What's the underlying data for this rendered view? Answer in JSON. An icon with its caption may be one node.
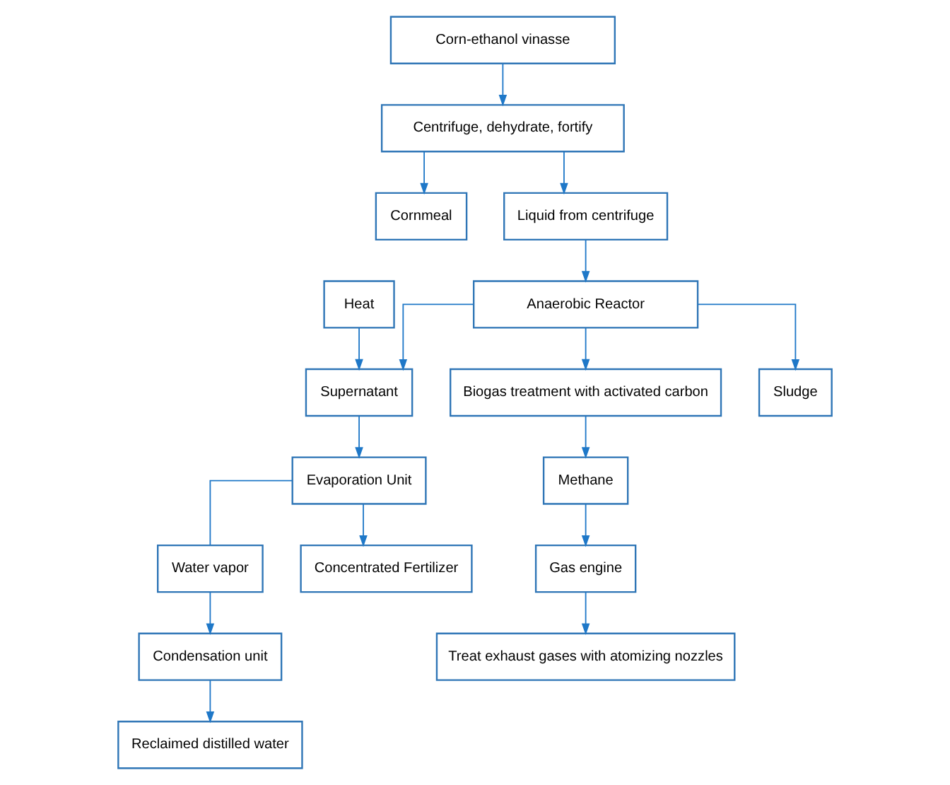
{
  "diagram": {
    "nodes": [
      {
        "text": [
          "Reclaimed distilled water"
        ]
      },
      {
        "text": [
          "Corn-ethanol vinasse"
        ]
      },
      {
        "text": [
          "Methane"
        ]
      },
      {
        "text": [
          "Condensation unit"
        ]
      },
      {
        "text": [
          "Biogas treatment with activated carbon"
        ]
      },
      {
        "text": [
          "Cornmeal"
        ]
      },
      {
        "text": [
          "Treat exhaust gases with atomizing nozzles"
        ]
      },
      {
        "text": [
          "Gas engine"
        ]
      },
      {
        "text": [
          "Centrifuge, dehydrate, fortify"
        ]
      },
      {
        "text": [
          "Heat"
        ]
      },
      {
        "text": [
          "Water vapor"
        ]
      },
      {
        "text": [
          "Liquid from centrifuge"
        ]
      },
      {
        "text": [
          "Supernatant"
        ]
      },
      {
        "text": [
          "Anaerobic Reactor"
        ]
      },
      {
        "text": [
          "Evaporation Unit"
        ]
      },
      {
        "text": [
          "Concentrated Fertilizer"
        ]
      },
      {
        "text": [
          "Sludge"
        ]
      }
    ],
    "edges": [
      {
        "from": 1,
        "to": 8,
        "arrow": "to"
      },
      {
        "from": 8,
        "to": 5,
        "arrow": "to"
      },
      {
        "from": 8,
        "to": 11,
        "arrow": "to"
      },
      {
        "from": 11,
        "to": 13,
        "arrow": "to"
      },
      {
        "from": 13,
        "to": 16,
        "arrow": "to"
      },
      {
        "from": 13,
        "to": 4,
        "arrow": "to"
      },
      {
        "from": 4,
        "to": 2,
        "arrow": "to"
      },
      {
        "from": 2,
        "to": 7,
        "arrow": "to"
      },
      {
        "from": 7,
        "to": 6,
        "arrow": "to"
      },
      {
        "from": 9,
        "to": 12,
        "arrow": "to"
      },
      {
        "from": 13,
        "to": 12,
        "arrow": "to"
      },
      {
        "from": 12,
        "to": 14,
        "arrow": "to"
      },
      {
        "from": 14,
        "to": 15,
        "arrow": "to"
      },
      {
        "from": 14,
        "to": 10,
        "arrow": "none"
      },
      {
        "from": 10,
        "to": 3,
        "arrow": "to"
      },
      {
        "from": 3,
        "to": 0,
        "arrow": "to"
      }
    ]
  }
}
